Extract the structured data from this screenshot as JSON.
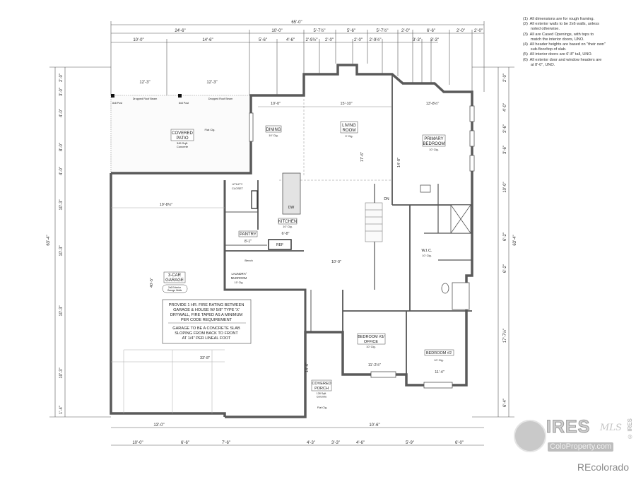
{
  "notes": [
    "(1)  All dimensions are for rough framing.",
    "(2)  All exterior walls to be 2x6 walls, unless",
    "       noted otherwise.",
    "(3)  All are Cased Openings, with tops to",
    "       match the interior doors, UNO.",
    "(4)  All header heights are based on \"their own\"",
    "       sub-floor/top of slab.",
    "(5)  All interior doors are 6'-8\" tall, UNO.",
    "(6)  All exterior door and window headers are",
    "       at 8'-0\", UNO."
  ],
  "rooms": {
    "patio": {
      "name1": "COVERED",
      "name2": "PATIO",
      "sub1": "345 Sqft.",
      "sub2": "Concrete",
      "ceiling": "Flat Clg."
    },
    "dining": {
      "name": "DINING",
      "sub": "10' Clg."
    },
    "living": {
      "name1": "LIVING",
      "name2": "ROOM",
      "sub": "9' Clg."
    },
    "primary": {
      "name1": "PRIMARY",
      "name2": "BEDROOM",
      "sub": "10' Clg."
    },
    "kitchen": {
      "name": "KITCHEN",
      "sub": "10' Clg."
    },
    "pantry": {
      "name": "PANTRY",
      "dim": "8'-1\""
    },
    "utility": {
      "name1": "UTILITY",
      "name2": "CLOSET"
    },
    "laundry": {
      "name1": "LAUNDRY/",
      "name2": "MUDROOM",
      "sub": "10' Clg."
    },
    "wic": {
      "name": "W.I.C.",
      "sub": "10' Clg."
    },
    "garage": {
      "name1": "3-CAR",
      "name2": "GARAGE",
      "sub1": "2x6 Exterior",
      "sub2": "Garage Walls"
    },
    "bed3": {
      "name1": "BEDROOM #3/",
      "name2": "OFFICE",
      "sub": "10' Clg."
    },
    "bed2": {
      "name": "BEDROOM #2",
      "sub": "10' Clg."
    },
    "porch": {
      "name1": "COVERED",
      "name2": "PORCH",
      "sub1": "128 Sqft.",
      "sub2": "Concrete",
      "ceiling": "Flat Clg."
    },
    "ref": "REF",
    "dw": "DW"
  },
  "garage_note": {
    "lines1": [
      "PROVIDE 1 HR. FIRE RATING BETWEEN",
      "GARAGE & HOUSE W/ 5/8\" TYPE 'X'",
      "DRYWALL, FIRE TAPED AS A MINIMUM",
      "PER CODE REQUIREMENT"
    ],
    "lines2": [
      "GARAGE TO BE A CONCRETE SLAB",
      "SLOPING FROM BACK TO FRONT",
      "AT 1/4\" PER LINEAL FOOT"
    ]
  },
  "small_labels": {
    "dropped_roof_1": "Dropped Roof Beam",
    "dropped_roof_2": "Dropped Roof Beam",
    "post_1": "8x8 Post",
    "post_2": "8x8 Post",
    "dn": "DN",
    "bench": "Bench"
  },
  "dimensions": {
    "overall_top": "65'-0\"",
    "top_row1": [
      "24'-6\"",
      "10'-0\"",
      "5'-7½\"",
      "5'-6\"",
      "5'-7½\"",
      "2'-0\"",
      "6'-6\"",
      "2'-0\"",
      "2'-0\""
    ],
    "top_row2": [
      "10'-0\"",
      "14'-6\"",
      "5'-6\"",
      "4'-6\"",
      "2'-9½\"",
      "2'-0\"",
      "2'-0\"",
      "2'-9½\"",
      "3'-3\"",
      "3'-3\""
    ],
    "patio_top": [
      "12'-3\"",
      "12'-3\""
    ],
    "left_overall": "63'-4\"",
    "right_overall": "63'-4\"",
    "left_col": [
      "2'-0\"",
      "3'-0\"",
      "4'-0\"",
      "8'-0\"",
      "4'-0\"",
      "10'-3\"",
      "10'-3\"",
      "10'-3\"",
      "10'-3\"",
      "1'-4\""
    ],
    "right_col": [
      "2'-0\"",
      "4'-0\"",
      "3'-6\"",
      "3'-6\"",
      "10'-0\"",
      "6'-2\"",
      "6'-2\"",
      "17'-7½\"",
      "6'-4\""
    ],
    "bottom_row1": [
      "13'-0\"",
      "10'-6\""
    ],
    "bottom_row2": [
      "10'-0\"",
      "6'-6\"",
      "7'-6\"",
      "4'-3\"",
      "3'-3\"",
      "4'-6\"",
      "5'-9\"",
      "6'-0\""
    ],
    "interior": {
      "dining_w": "10'-0\"",
      "living_w": "15'-10\"",
      "primary_w": "13'-8½\"",
      "garage_w": "19'-8½\"",
      "garage_d": "40'-5\"",
      "garage_b": "33'-8\"",
      "bed3_w": "11'-2½\"",
      "bed2_w": "11'-4\"",
      "kitchen_w": "6'-8\"",
      "hall": "10'-0\"",
      "porch_d": "14'-6\"",
      "primary_d": "14'-8\"",
      "living_d": "17'-6\""
    }
  },
  "watermark": {
    "brand": "IRES",
    "mls": "MLS",
    "site": "ColoProperty.com",
    "vertical": "© IRES"
  },
  "credit": "REcolorado",
  "colors": {
    "wall": "#5a5a5a",
    "line": "#333333",
    "background": "#ffffff"
  }
}
